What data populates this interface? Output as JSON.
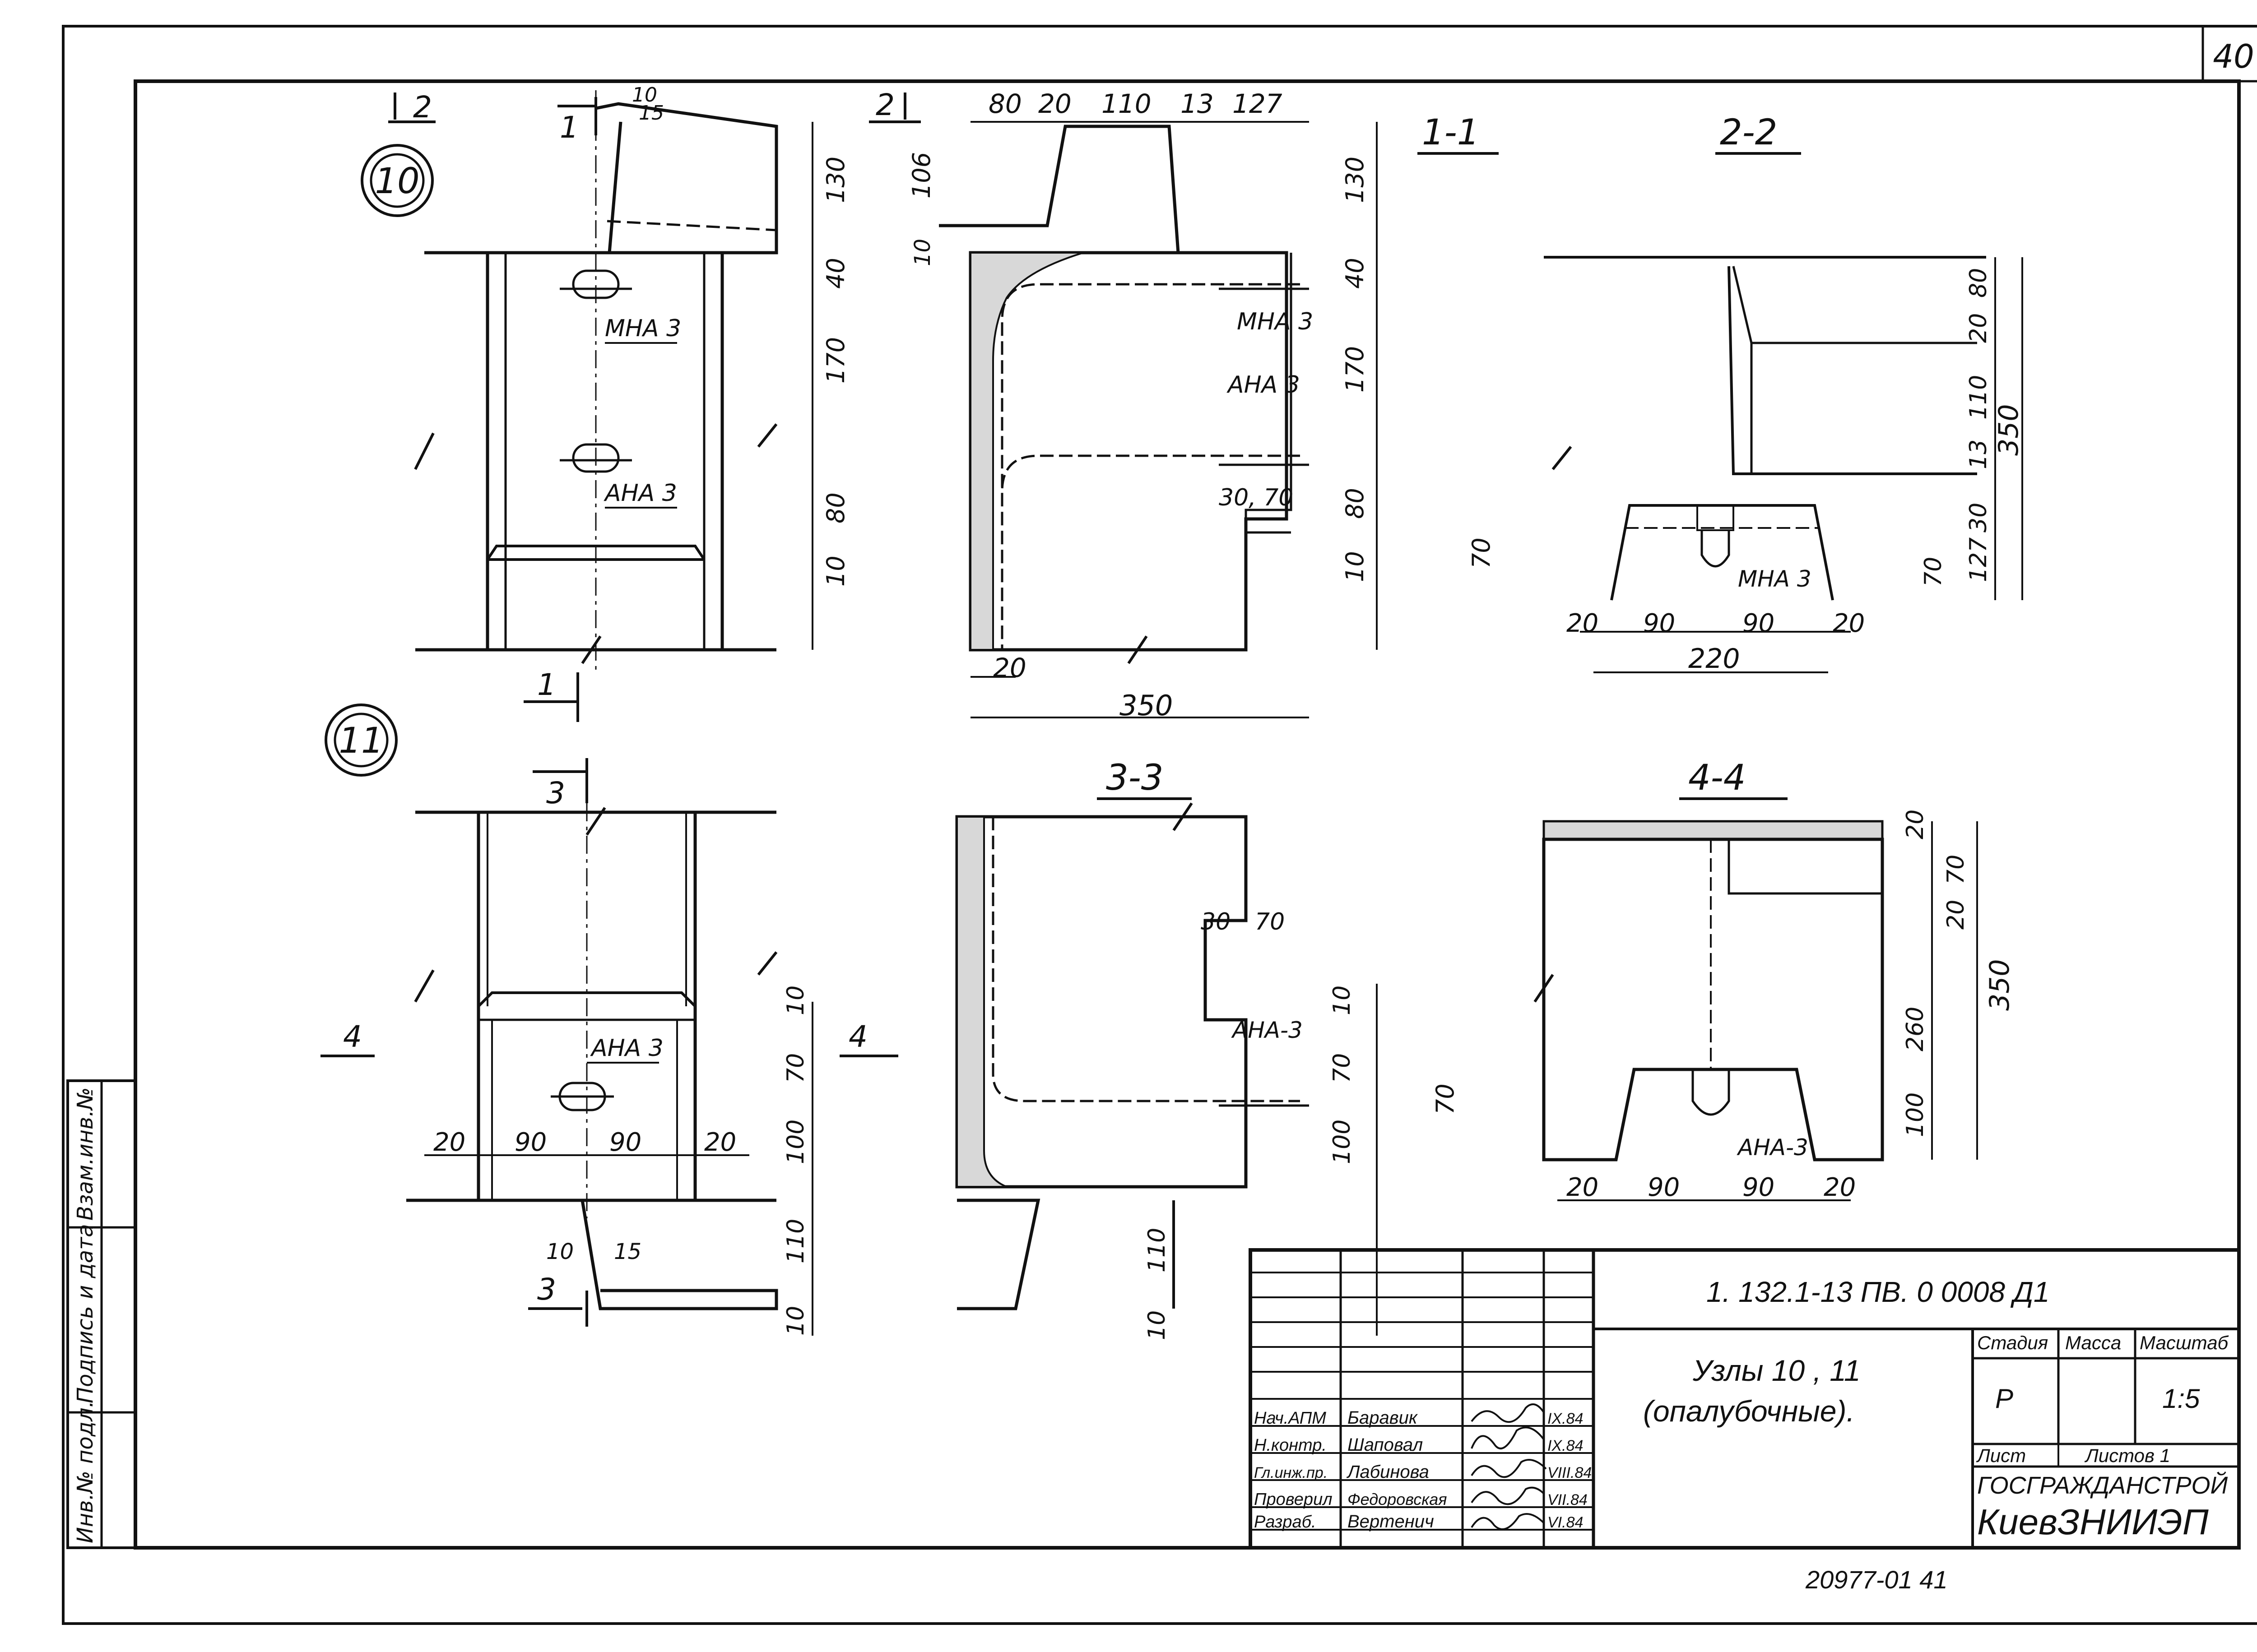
{
  "sheet": {
    "sheet_number": "40",
    "archive_number": "20977-01   41"
  },
  "nodes": {
    "node_10": "10",
    "node_11": "11"
  },
  "sections": {
    "s1": "1-1",
    "s2": "2-2",
    "s3": "3-3",
    "s4": "4-4",
    "mark1": "1",
    "mark2": "2",
    "mark3": "3",
    "mark4": "4"
  },
  "labels": {
    "mna3": "МНА 3",
    "ana3": "АНА 3",
    "ana3_dash": "АНА-3"
  },
  "dims": {
    "d10": "10",
    "d15": "15",
    "d20": "20",
    "d30": "30",
    "d40": "40",
    "d70": "70",
    "d80": "80",
    "d90": "90",
    "d100": "100",
    "d106": "106",
    "d110": "110",
    "d127": "127",
    "d130": "130",
    "d13": "13",
    "d170": "170",
    "d220": "220",
    "d260": "260",
    "d350": "350",
    "d30_70": "30, 70"
  },
  "stamp": {
    "designation": "1. 132.1-13 ПВ. 0  0008  Д1",
    "title_line1": "Узлы 10 , 11",
    "title_line2": "(опалубочные).",
    "col_stage": "Стадия",
    "col_mass": "Масса",
    "col_scale": "Масштаб",
    "stage": "Р",
    "scale": "1:5",
    "sheet": "Лист",
    "sheets": "Листов 1",
    "org1": "ГОСГРАЖДАНСТРОЙ",
    "org2": "КиевЗНИИЭП",
    "rows": [
      {
        "role": "Нач.АПМ",
        "name": "Баравик",
        "date": "IX.84"
      },
      {
        "role": "Н.контр.",
        "name": "Шаповал",
        "date": "IX.84"
      },
      {
        "role": "Гл.инж.пр.",
        "name": "Лабинова",
        "date": "VIII.84"
      },
      {
        "role": "Проверил",
        "name": "Федоровская",
        "date": "VII.84"
      },
      {
        "role": "Разраб.",
        "name": "Вертенич",
        "date": "VI.84"
      }
    ]
  },
  "side_stamp": {
    "f1": "Инв.№ подл.",
    "f2": "Подпись и дата",
    "f3": "Взам.инв.№"
  }
}
